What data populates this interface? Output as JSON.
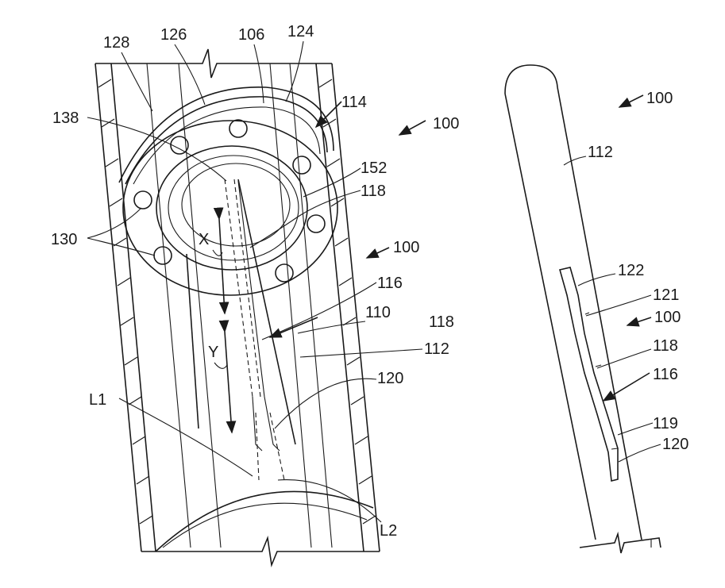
{
  "figure": {
    "left": {
      "ref_100_top": "100",
      "ref_100_mid": "100",
      "ref_106": "106",
      "ref_110": "110",
      "ref_112": "112",
      "ref_114": "114",
      "ref_116": "116",
      "ref_118_top": "118",
      "ref_118_mid": "118",
      "ref_120": "120",
      "ref_124": "124",
      "ref_126": "126",
      "ref_128": "128",
      "ref_130": "130",
      "ref_138": "138",
      "ref_152": "152",
      "axis_x": "X",
      "axis_y": "Y",
      "line_l1": "L1",
      "line_l2": "L2"
    },
    "right": {
      "ref_100_top": "100",
      "ref_100_mid": "100",
      "ref_112": "112",
      "ref_116": "116",
      "ref_118": "118",
      "ref_119": "119",
      "ref_120": "120",
      "ref_121": "121",
      "ref_122": "122"
    }
  }
}
